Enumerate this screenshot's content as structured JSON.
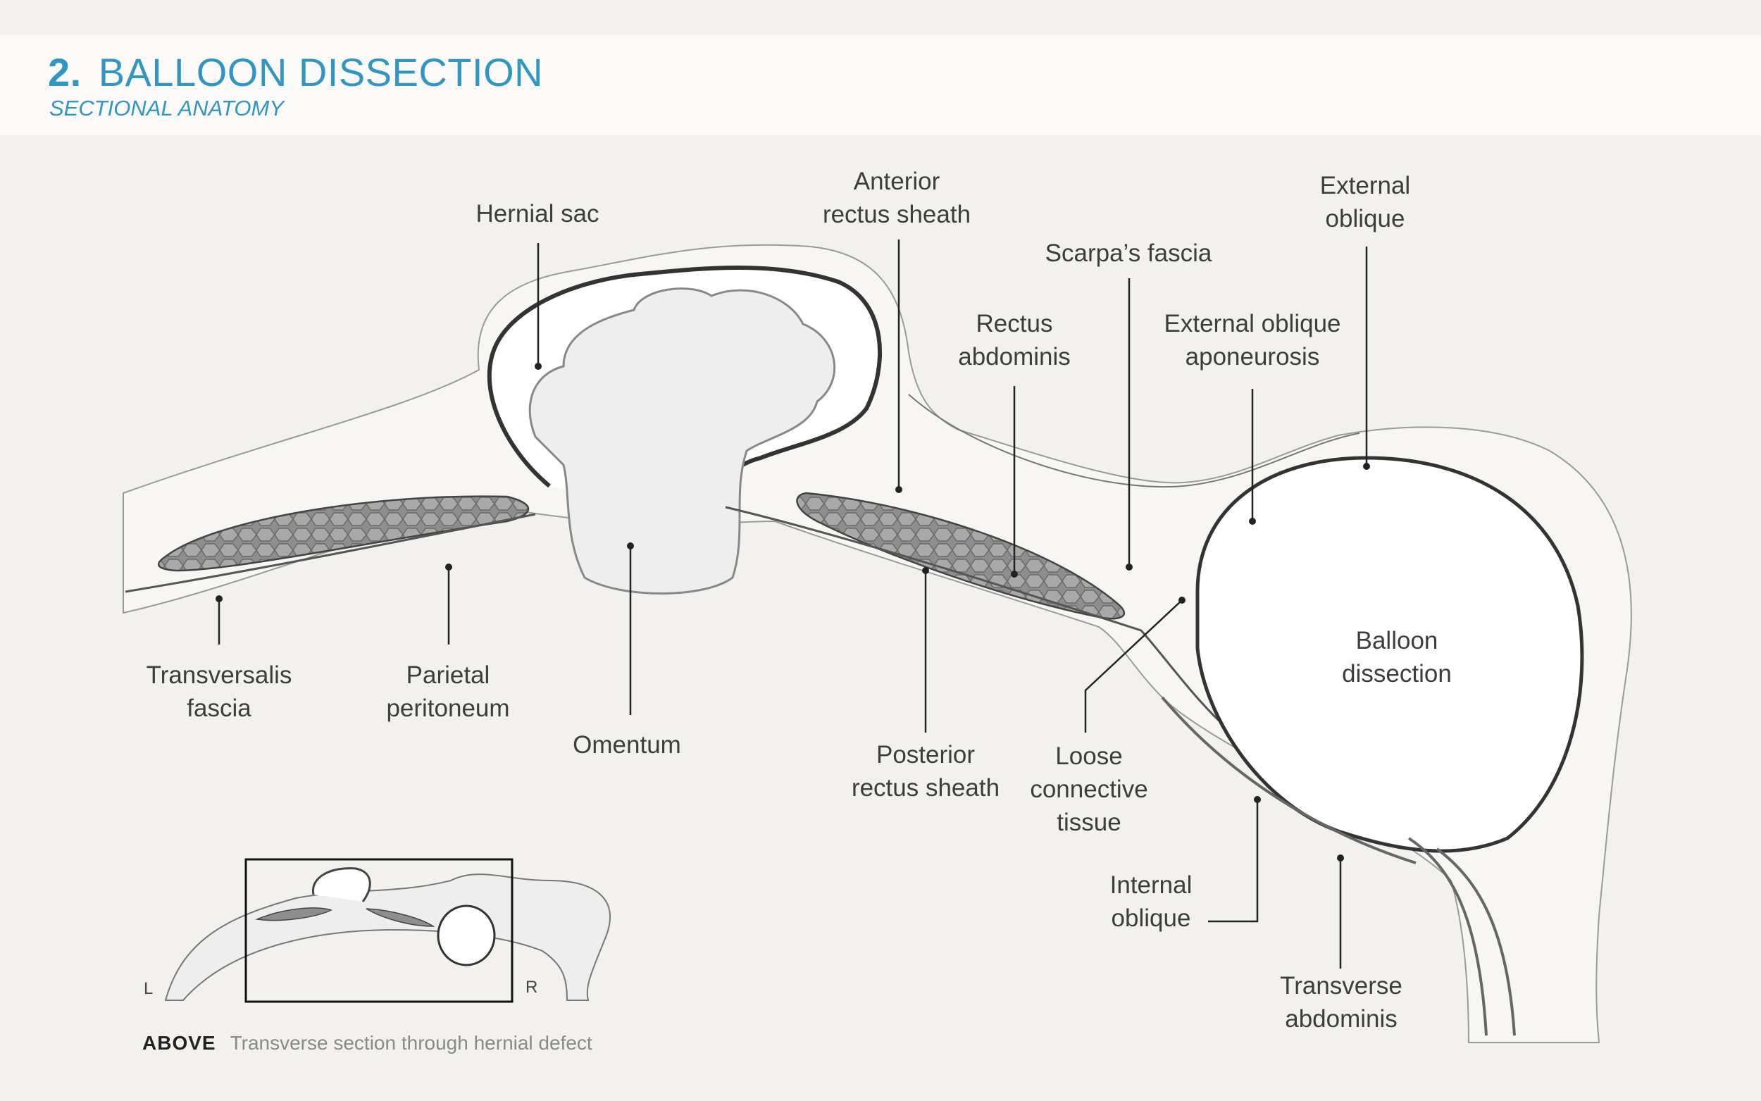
{
  "header": {
    "number": "2.",
    "title": "BALLOON DISSECTION",
    "subtitle": "SECTIONAL ANATOMY"
  },
  "labels": {
    "hernial_sac": "Hernial sac",
    "anterior_rectus_sheath": "Anterior\nrectus sheath",
    "external_oblique": "External\noblique",
    "scarpas_fascia": "Scarpa’s fascia",
    "rectus_abdominis": "Rectus\nabdominis",
    "external_oblique_aponeurosis": "External oblique\naponeurosis",
    "balloon_dissection": "Balloon\ndissection",
    "transversalis_fascia": "Transversalis\nfascia",
    "parietal_peritoneum": "Parietal\nperitoneum",
    "omentum": "Omentum",
    "posterior_rectus_sheath": "Posterior\nrectus sheath",
    "loose_connective_tissue": "Loose\nconnective\ntissue",
    "internal_oblique": "Internal\noblique",
    "transverse_abdominis": "Transverse\nabdominis"
  },
  "inset": {
    "left_marker": "L",
    "right_marker": "R"
  },
  "caption": {
    "key": "ABOVE",
    "text": "Transverse section through hernial defect"
  },
  "colors": {
    "accent": "#3197c2",
    "background": "#f3f1ed",
    "header_band": "#fbfaf8",
    "label_text": "#3d3d3d",
    "muscle": "#8c8c8c"
  }
}
